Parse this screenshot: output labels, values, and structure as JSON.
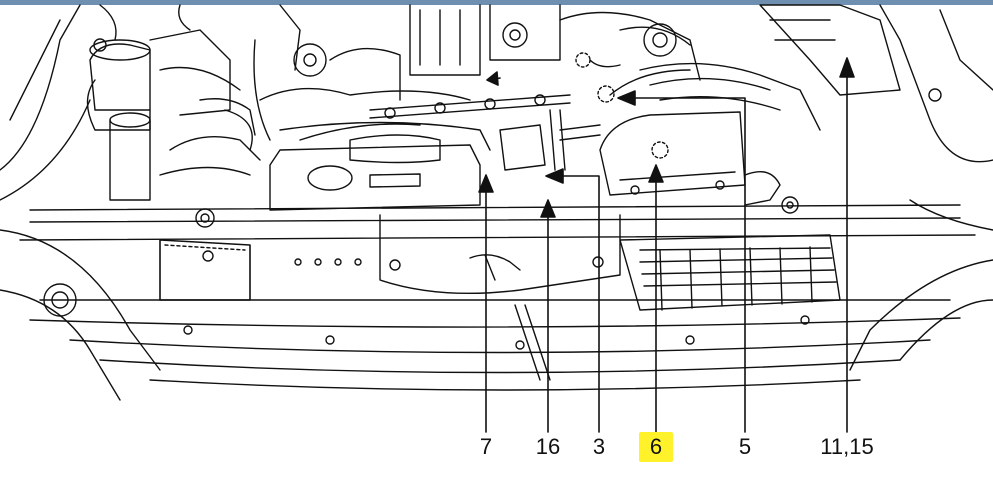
{
  "window": {
    "frame_color": "#6f8fb0"
  },
  "figure": {
    "kind": "engine compartment line drawing",
    "highlight_color": "#fff22a",
    "callouts": [
      {
        "label": "7",
        "highlighted": false
      },
      {
        "label": "16",
        "highlighted": false
      },
      {
        "label": "3",
        "highlighted": false
      },
      {
        "label": "6",
        "highlighted": true
      },
      {
        "label": "5",
        "highlighted": false
      },
      {
        "label": "11,15",
        "highlighted": false
      }
    ]
  }
}
